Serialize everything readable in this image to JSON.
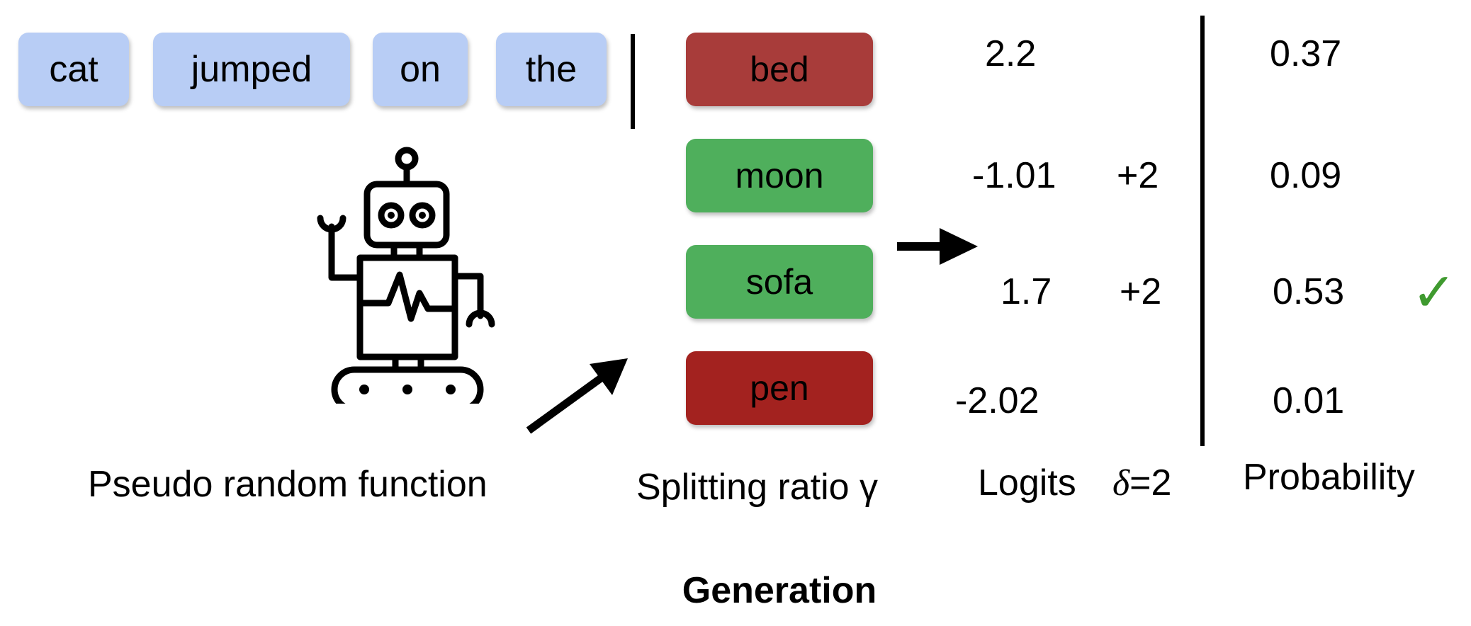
{
  "tokens": [
    "cat",
    "jumped",
    "on",
    "the"
  ],
  "vocab": [
    {
      "word": "bed",
      "color": "#a83c3a",
      "logit": "2.2",
      "delta": "",
      "prob": "0.37",
      "check": ""
    },
    {
      "word": "moon",
      "color": "#4faf5c",
      "logit": "-1.01",
      "delta": "+2",
      "prob": "0.09",
      "check": ""
    },
    {
      "word": "sofa",
      "color": "#4faf5c",
      "logit": "1.7",
      "delta": "+2",
      "prob": "0.53",
      "check": "✓"
    },
    {
      "word": "pen",
      "color": "#a3221f",
      "logit": "-2.02",
      "delta": "",
      "prob": "0.01",
      "check": ""
    }
  ],
  "labels": {
    "prf": "Pseudo random function",
    "splitting": "Splitting ratio γ",
    "logits": "Logits",
    "delta_symbol": "δ",
    "delta_value": "=2",
    "probability": "Probability",
    "generation": "Generation"
  },
  "colors": {
    "token_bg": "#b8cdf5",
    "green_list": "#4faf5c",
    "red_list": "#a83c3a",
    "check": "#3f9a2f"
  },
  "icons": [
    "robot-icon",
    "arrow-right-icon",
    "arrow-up-right-icon",
    "checkmark-icon"
  ]
}
